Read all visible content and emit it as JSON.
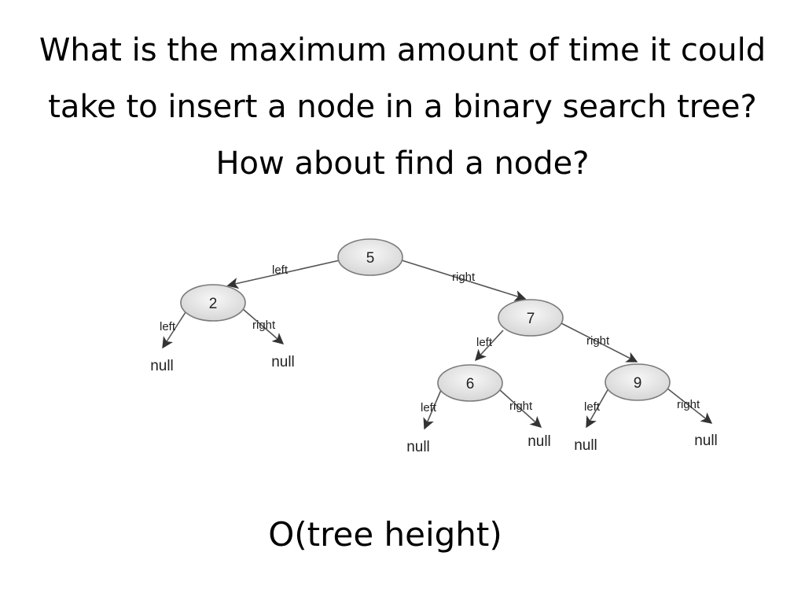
{
  "slide": {
    "title": "What is the maximum amount of time it could take to insert a node in a binary search tree?  How about find a node?",
    "answer": "O(tree height)"
  },
  "tree": {
    "nodes": [
      {
        "id": "n5",
        "value": "5"
      },
      {
        "id": "n2",
        "value": "2"
      },
      {
        "id": "n7",
        "value": "7"
      },
      {
        "id": "n6",
        "value": "6"
      },
      {
        "id": "n9",
        "value": "9"
      }
    ],
    "edge_labels": {
      "left": "left",
      "right": "right"
    },
    "null_label": "null",
    "colors": {
      "node_fill": "#e3e3e3",
      "node_stroke": "#7a7a7a",
      "edge_stroke": "#555555"
    }
  }
}
